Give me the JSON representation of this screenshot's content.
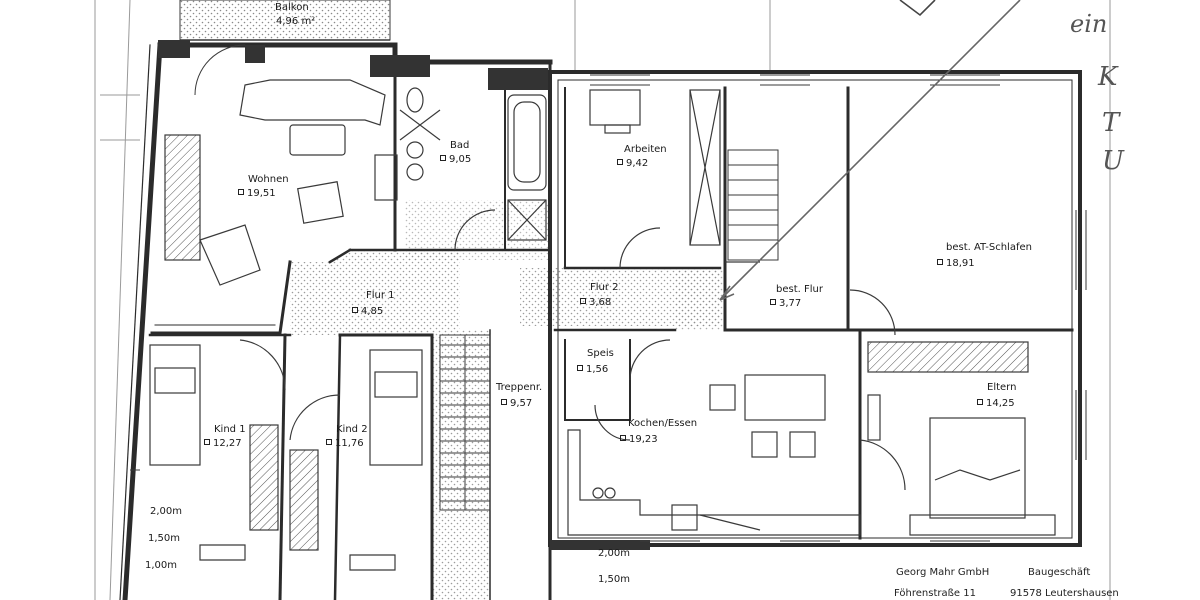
{
  "rooms": {
    "balkon": {
      "name": "Balkon",
      "area": "4,96 m²"
    },
    "wohnen": {
      "name": "Wohnen",
      "area": "19,51"
    },
    "bad": {
      "name": "Bad",
      "area": "9,05"
    },
    "arbeiten": {
      "name": "Arbeiten",
      "area": "9,42"
    },
    "flur1": {
      "name": "Flur 1",
      "area": "4,85"
    },
    "flur2": {
      "name": "Flur 2",
      "area": "3,68"
    },
    "best_flur": {
      "name": "best. Flur",
      "area": "3,77"
    },
    "at_schlafen": {
      "name": "best. AT-Schlafen",
      "area": "18,91"
    },
    "speis": {
      "name": "Speis",
      "area": "1,56"
    },
    "kochen": {
      "name": "Kochen/Essen",
      "area": "19,23"
    },
    "eltern": {
      "name": "Eltern",
      "area": "14,25"
    },
    "kind1": {
      "name": "Kind 1",
      "area": "12,27"
    },
    "kind2": {
      "name": "Kind 2",
      "area": "11,76"
    },
    "treppen": {
      "name": "Treppenr.",
      "area": "9,57"
    }
  },
  "dimensions": {
    "left_a": "2,00m",
    "left_b": "1,50m",
    "left_c": "1,00m",
    "mid_a": "2,00m",
    "mid_b": "1,50m"
  },
  "title_block": {
    "company": "Georg Mahr GmbH",
    "trade": "Baugeschäft",
    "street": "Föhrenstraße 11",
    "city": "91578 Leutershausen"
  },
  "handwriting": {
    "line1": "ein",
    "line2": "K",
    "line3": "T",
    "line4": "U"
  },
  "colors": {
    "wall": "#2b2b2b",
    "line": "#3a3a3a",
    "hatch": "#7a7a7a",
    "annotation": "#666666"
  }
}
